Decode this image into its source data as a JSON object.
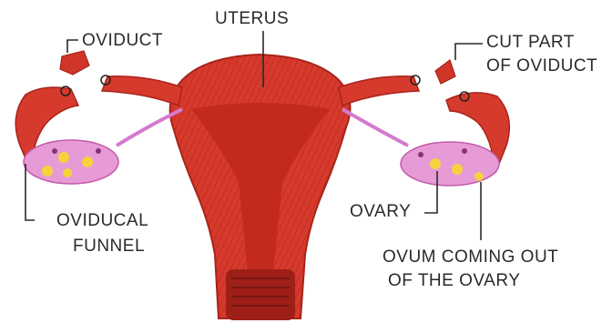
{
  "labels": {
    "uterus": "UTERUS",
    "oviduct": "OVIDUCT",
    "cut_part": [
      "CUT PART",
      "OF OVIDUCT"
    ],
    "ovary": "OVARY",
    "ovidual_funnel": [
      "OVIDUCAL",
      "FUNNEL"
    ],
    "ovum": [
      "OVUM COMING OUT",
      "OF THE OVARY"
    ]
  },
  "colors": {
    "tissue": "#d63a2c",
    "tissue_dark": "#a8231b",
    "cavity": "#c0281e",
    "ovary": "#e79bd6",
    "ovum": "#f6d23c",
    "ink": "#2a2a2a"
  }
}
